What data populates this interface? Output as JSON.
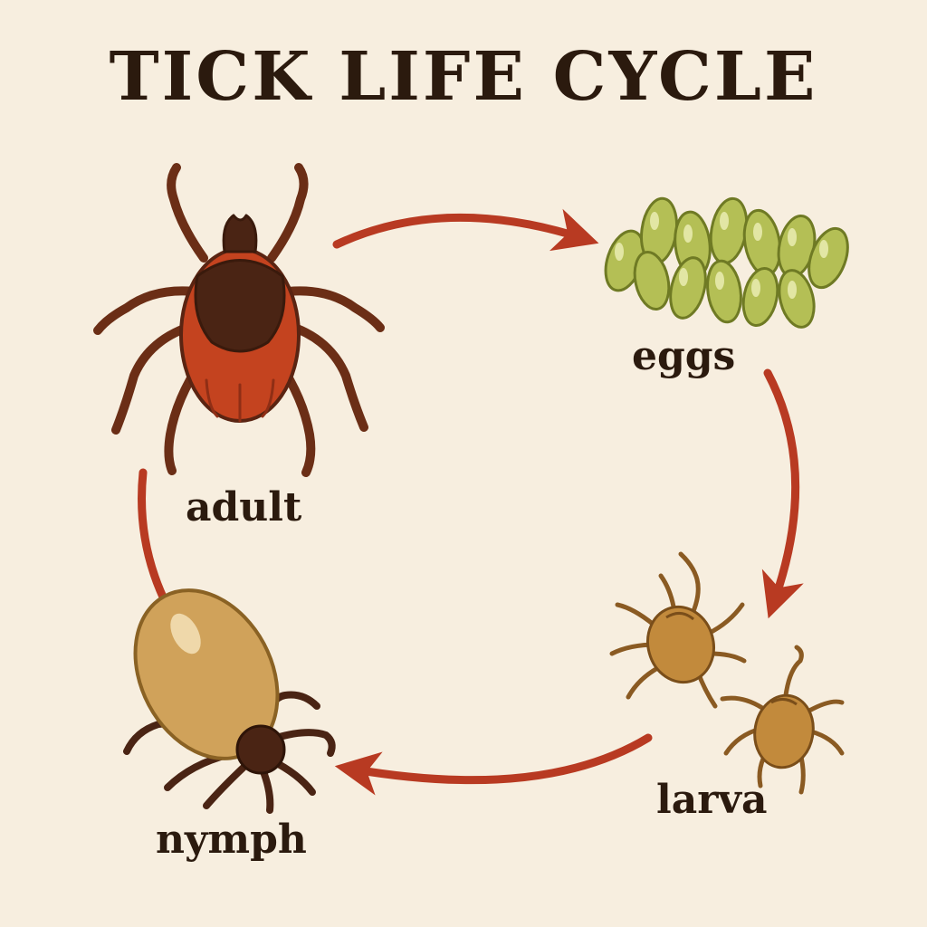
{
  "title": "TICK LIFE CYCLE",
  "stages": {
    "adult": "adult",
    "eggs": "eggs",
    "larva": "larva",
    "nymph": "nymph"
  },
  "colors": {
    "background": "#f7eedf",
    "arrow": "#b83a22",
    "text": "#2b1a0e",
    "adult_body": "#c4431f",
    "adult_shield": "#4a2414",
    "legs": "#6b2e16",
    "egg": "#b4bf55",
    "larva": "#c28a3c",
    "nymph_body": "#d0a25a"
  },
  "icons": [
    "adult-tick-icon",
    "egg-cluster-icon",
    "larva-tick-icon",
    "nymph-tick-icon",
    "arrow-icon"
  ]
}
